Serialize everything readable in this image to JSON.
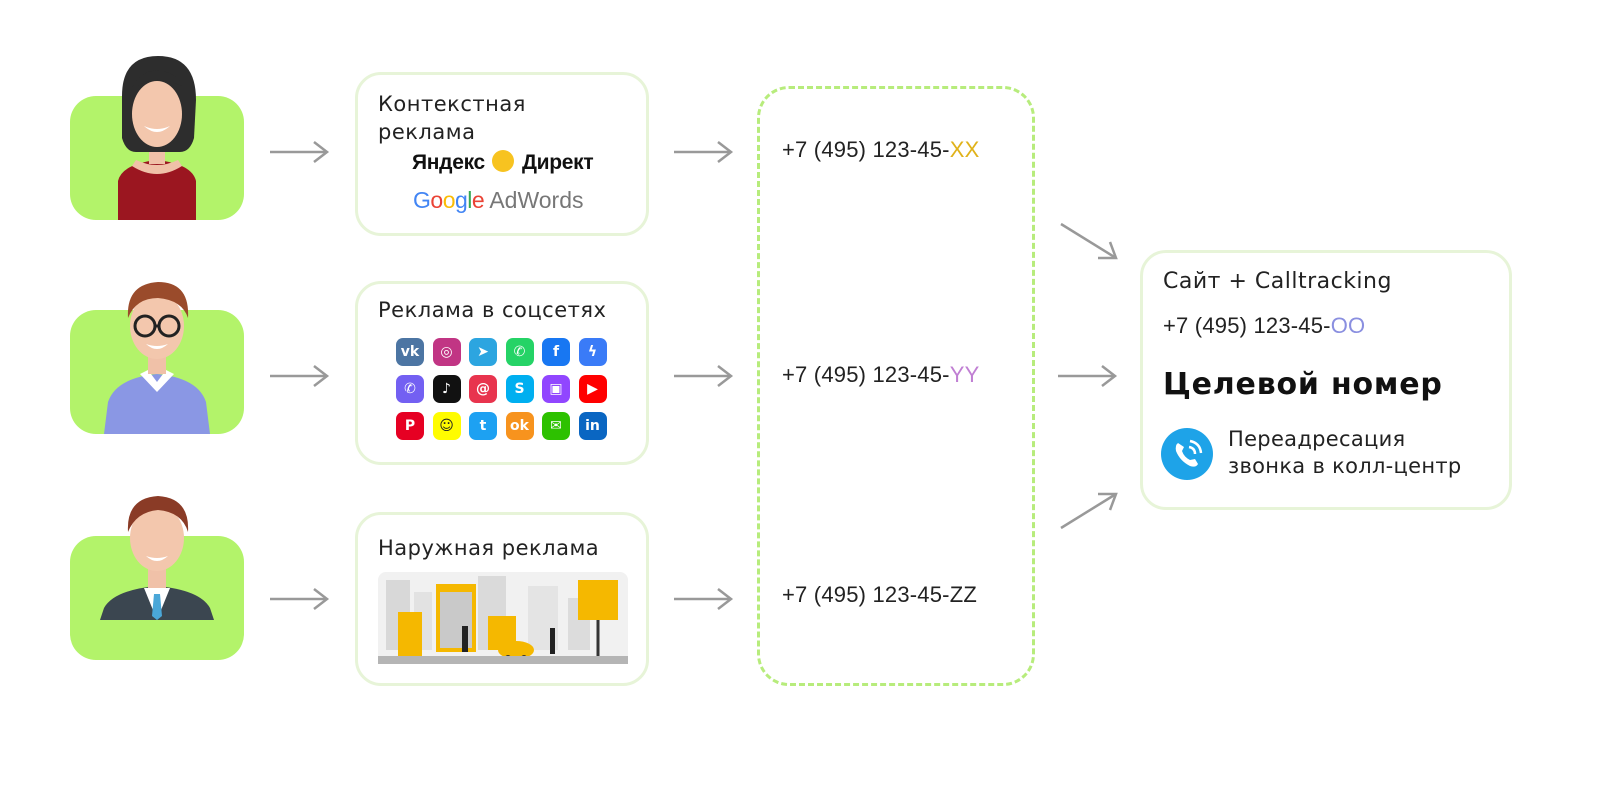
{
  "sources": {
    "contextual": {
      "title": "Контекстная реклама",
      "brand_yandex_left": "Яндекс",
      "brand_yandex_right": "Директ",
      "brand_google": "Google",
      "brand_adwords": "AdWords"
    },
    "social": {
      "title": "Реклама в соцсетях",
      "icons": [
        {
          "name": "vk-icon",
          "glyph": "vk",
          "color": "#4c75a3"
        },
        {
          "name": "instagram-icon",
          "glyph": "◎",
          "color": "#c13584"
        },
        {
          "name": "telegram-icon",
          "glyph": "➤",
          "color": "#2ca5e0"
        },
        {
          "name": "whatsapp-icon",
          "glyph": "✆",
          "color": "#25d366"
        },
        {
          "name": "facebook-icon",
          "glyph": "f",
          "color": "#1877f2"
        },
        {
          "name": "messenger-icon",
          "glyph": "ϟ",
          "color": "#3a7bf7"
        },
        {
          "name": "viber-icon",
          "glyph": "✆",
          "color": "#7360f2"
        },
        {
          "name": "tiktok-icon",
          "glyph": "♪",
          "color": "#111111"
        },
        {
          "name": "mail-icon",
          "glyph": "@",
          "color": "#e8344e"
        },
        {
          "name": "skype-icon",
          "glyph": "S",
          "color": "#00aff0"
        },
        {
          "name": "twitch-icon",
          "glyph": "▣",
          "color": "#9146ff"
        },
        {
          "name": "youtube-icon",
          "glyph": "▶",
          "color": "#ff0000"
        },
        {
          "name": "pinterest-icon",
          "glyph": "P",
          "color": "#e60023"
        },
        {
          "name": "snapchat-icon",
          "glyph": "☺",
          "color": "#fffc00"
        },
        {
          "name": "twitter-icon",
          "glyph": "t",
          "color": "#1da1f2"
        },
        {
          "name": "odnoklassniki-icon",
          "glyph": "ok",
          "color": "#f7931e"
        },
        {
          "name": "wechat-icon",
          "glyph": "✉",
          "color": "#2dc100"
        },
        {
          "name": "linkedin-icon",
          "glyph": "in",
          "color": "#0a66c2"
        }
      ]
    },
    "outdoor": {
      "title": "Наружная реклама"
    }
  },
  "numbers": {
    "n1": {
      "prefix": "+7 (495) 123-45-",
      "suffix": "XX",
      "suffix_color": "#e0b21a"
    },
    "n2": {
      "prefix": "+7 (495) 123-45-",
      "suffix": "YY",
      "suffix_color": "#c07fd3"
    },
    "n3": {
      "prefix": "+7 (495) 123-45-",
      "suffix": "ZZ",
      "suffix_color": "#222222"
    }
  },
  "target": {
    "title": "Сайт + Calltracking",
    "phone_prefix": "+7 (495) 123-45-",
    "phone_suffix": "OO",
    "phone_suffix_color": "#8a8fe0",
    "heading": "Целевой номер",
    "redirect_line1": "Переадресация",
    "redirect_line2": "звонка в колл-центр"
  },
  "colors": {
    "avatar_bg": "#b3f36a",
    "card_border": "#e7f4d8",
    "dashed_border": "#b7ec7c",
    "arrow": "#999999",
    "call_icon": "#1ea3e8"
  }
}
